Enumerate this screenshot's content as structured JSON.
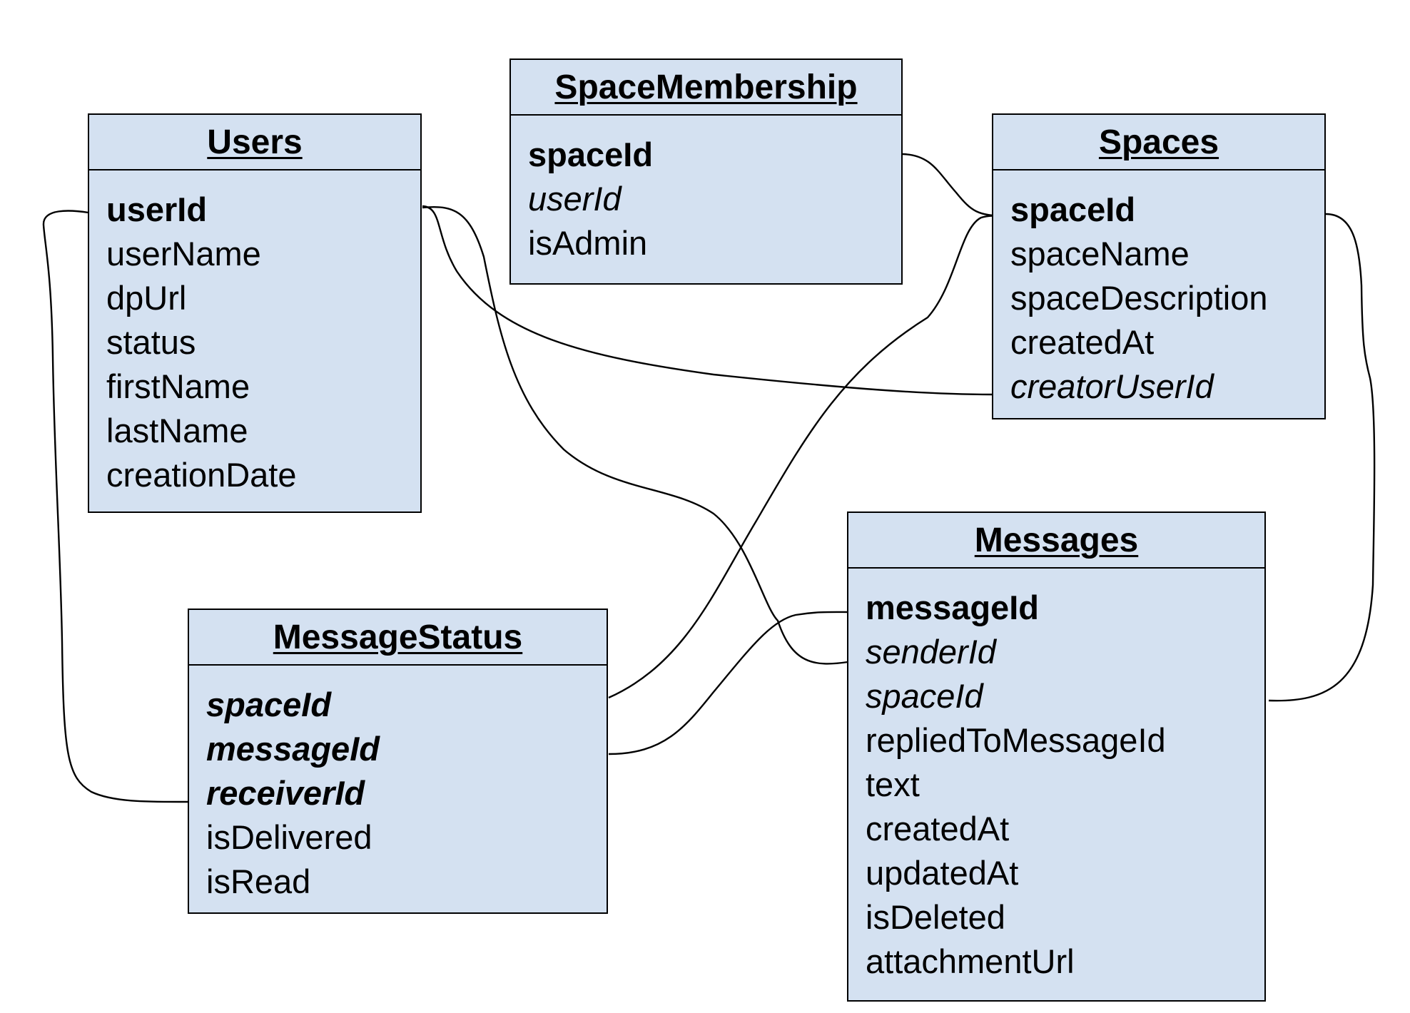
{
  "colors": {
    "entity_fill": "#d4e1f1",
    "stroke": "#000000"
  },
  "entities": {
    "users": {
      "title": "Users",
      "fields": [
        "userId",
        "userName",
        "dpUrl",
        "status",
        "firstName",
        "lastName",
        "creationDate"
      ]
    },
    "spacemembership": {
      "title": "SpaceMembership",
      "fields": [
        "spaceId",
        "userId",
        "isAdmin"
      ]
    },
    "spaces": {
      "title": "Spaces",
      "fields": [
        "spaceId",
        "spaceName",
        "spaceDescription",
        "createdAt",
        "creatorUserId"
      ]
    },
    "messagestatus": {
      "title": "MessageStatus",
      "fields": [
        "spaceId",
        "messageId",
        "receiverId",
        "isDelivered",
        "isRead"
      ]
    },
    "messages": {
      "title": "Messages",
      "fields": [
        "messageId",
        "senderId",
        "spaceId",
        "repliedToMessageId",
        "text",
        "createdAt",
        "updatedAt",
        "isDeleted",
        "attachmentUrl"
      ]
    }
  }
}
